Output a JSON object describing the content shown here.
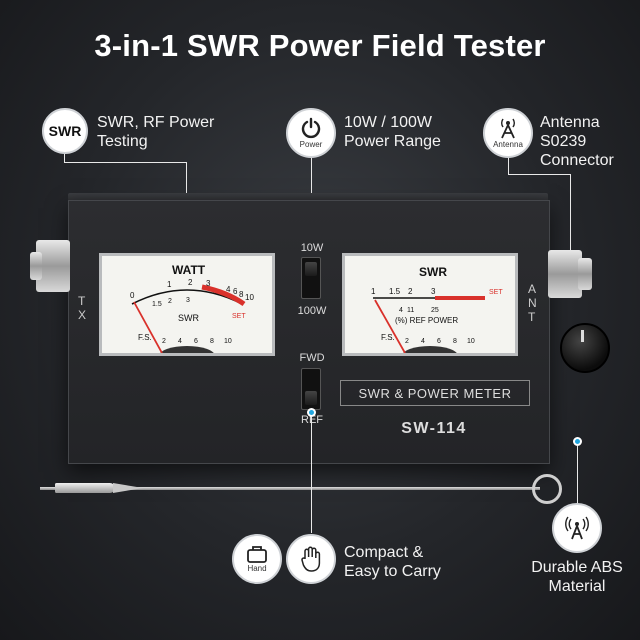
{
  "title": "3-in-1 SWR Power Field Tester",
  "features": {
    "swr": {
      "badge": "SWR",
      "line1": "SWR, RF Power",
      "line2": "Testing"
    },
    "power": {
      "badge_caption": "Power",
      "line1": "10W / 100W",
      "line2": "Power Range"
    },
    "antenna": {
      "badge_caption": "Antenna",
      "line1": "Antenna",
      "line2": "S0239",
      "line3": "Connector"
    },
    "compact": {
      "badge_caption": "Hand",
      "line1": "Compact &",
      "line2": "Easy to Carry"
    },
    "abs": {
      "line1": "Durable ABS",
      "line2": "Material"
    }
  },
  "device": {
    "left_meter": {
      "title": "WATT",
      "scale_top": [
        "0",
        "1",
        "2",
        "3",
        "4",
        "6",
        "8",
        "10"
      ],
      "mid": "SWR",
      "set": "SET",
      "fs": "F.S.",
      "scale_bottom": [
        "2",
        "4",
        "6",
        "8",
        "10"
      ],
      "swr_ticks": [
        "1.5",
        "2",
        "3"
      ]
    },
    "right_meter": {
      "title": "SWR",
      "scale_top": [
        "1",
        "1.5",
        "2",
        "3"
      ],
      "set": "SET",
      "mid": "(%) REF POWER",
      "pct": [
        "4",
        "11",
        "25"
      ],
      "fs": "F.S.",
      "scale_bottom": [
        "2",
        "4",
        "6",
        "8",
        "10"
      ]
    },
    "switch_range": {
      "top": "10W",
      "bottom": "100W"
    },
    "switch_mode": {
      "top": "FWD",
      "bottom": "REF"
    },
    "meter_label": "SWR & POWER METER",
    "model": "SW-114",
    "tx_label": "TX",
    "ant_label": "ANT"
  },
  "colors": {
    "accent": "#21a6df",
    "needle": "#d9312b"
  }
}
